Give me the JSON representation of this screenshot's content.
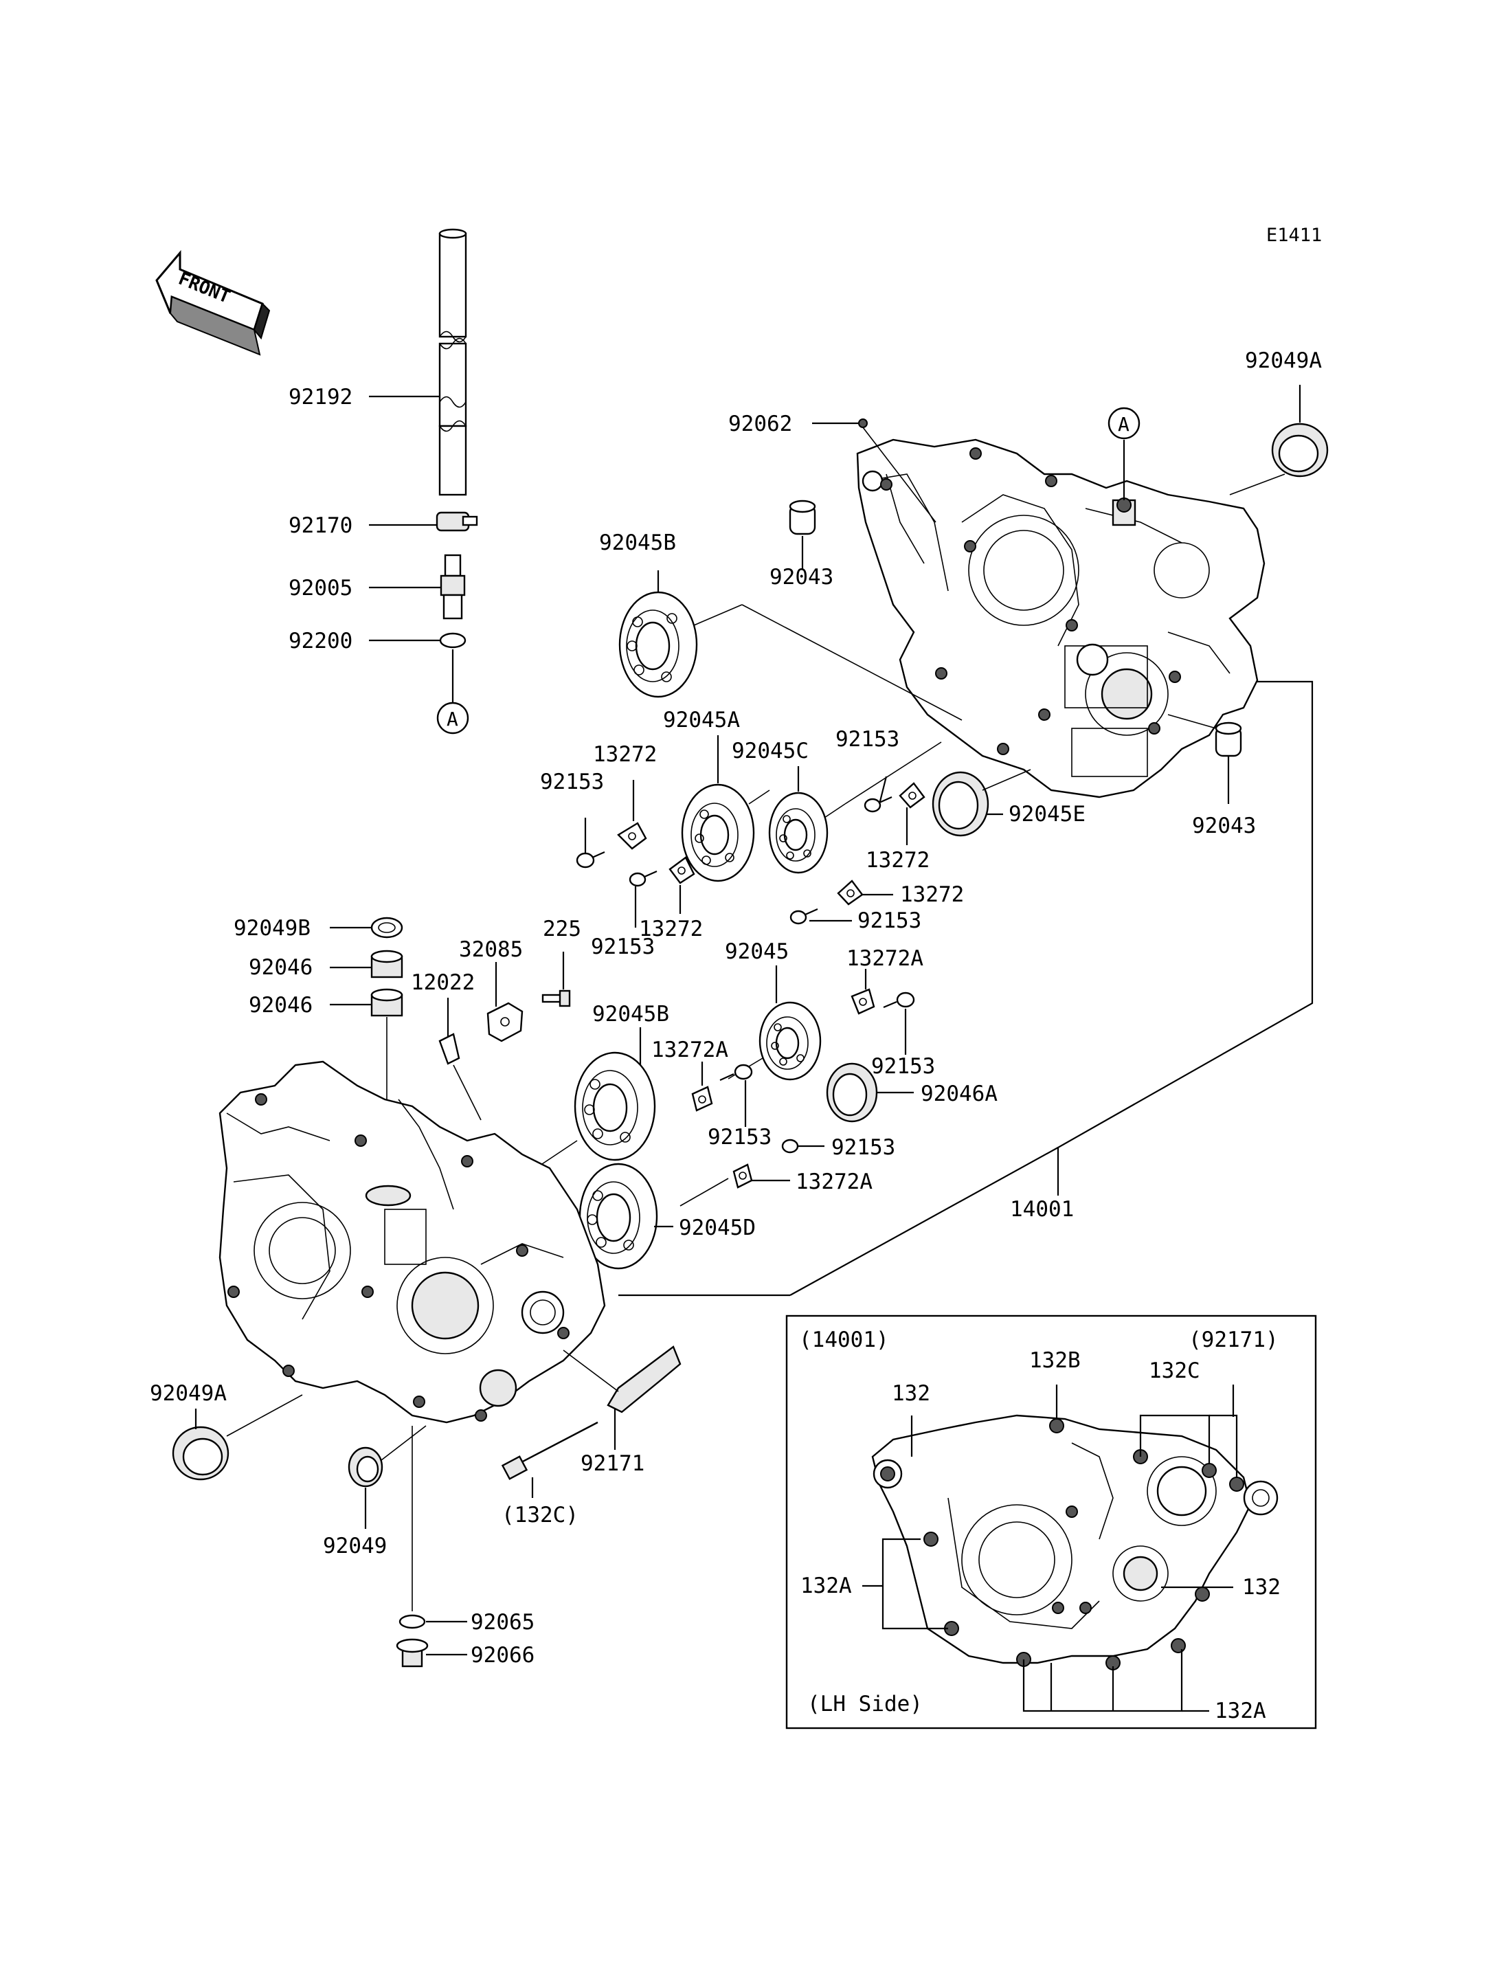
{
  "diagram_code": "E1411",
  "front_label": "FRONT",
  "ref_marker": "A",
  "inset": {
    "title": "(14001)",
    "caption": "(LH Side)",
    "callouts": {
      "c132_top": "132",
      "c132b": "132B",
      "c132c": "132C",
      "c92171": "(92171)",
      "c132a_left": "132A",
      "c132_right": "132",
      "c132a_bottom": "132A"
    }
  },
  "callouts": {
    "p92192": "92192",
    "p92170": "92170",
    "p92005": "92005",
    "p92200": "92200",
    "p92062": "92062",
    "p92043_top": "92043",
    "p92049a_top": "92049A",
    "p92045b_top": "92045B",
    "p92045a": "92045A",
    "p92045c": "92045C",
    "p92153_a": "92153",
    "p13272_a": "13272",
    "p92153_b": "92153",
    "p92045e": "92045E",
    "p92043_right": "92043",
    "p13272_b": "13272",
    "p13272_c": "13272",
    "p13272_d": "13272",
    "p92153_c": "92153",
    "p92153_d": "92153",
    "p92049b": "92049B",
    "p92046_a": "92046",
    "p92046_b": "92046",
    "p32085": "32085",
    "p225": "225",
    "p12022": "12022",
    "p92045b_mid": "92045B",
    "p92045": "92045",
    "p13272a_a": "13272A",
    "p13272a_b": "13272A",
    "p92153_e": "92153",
    "p92046a": "92046A",
    "p92153_f": "92153",
    "p92153_g": "92153",
    "p13272a_c": "13272A",
    "p92045d": "92045D",
    "p14001": "14001",
    "p92049a_bottom": "92049A",
    "p92171": "92171",
    "p132c": "(132C)",
    "p92049": "92049",
    "p92065": "92065",
    "p92066": "92066"
  }
}
